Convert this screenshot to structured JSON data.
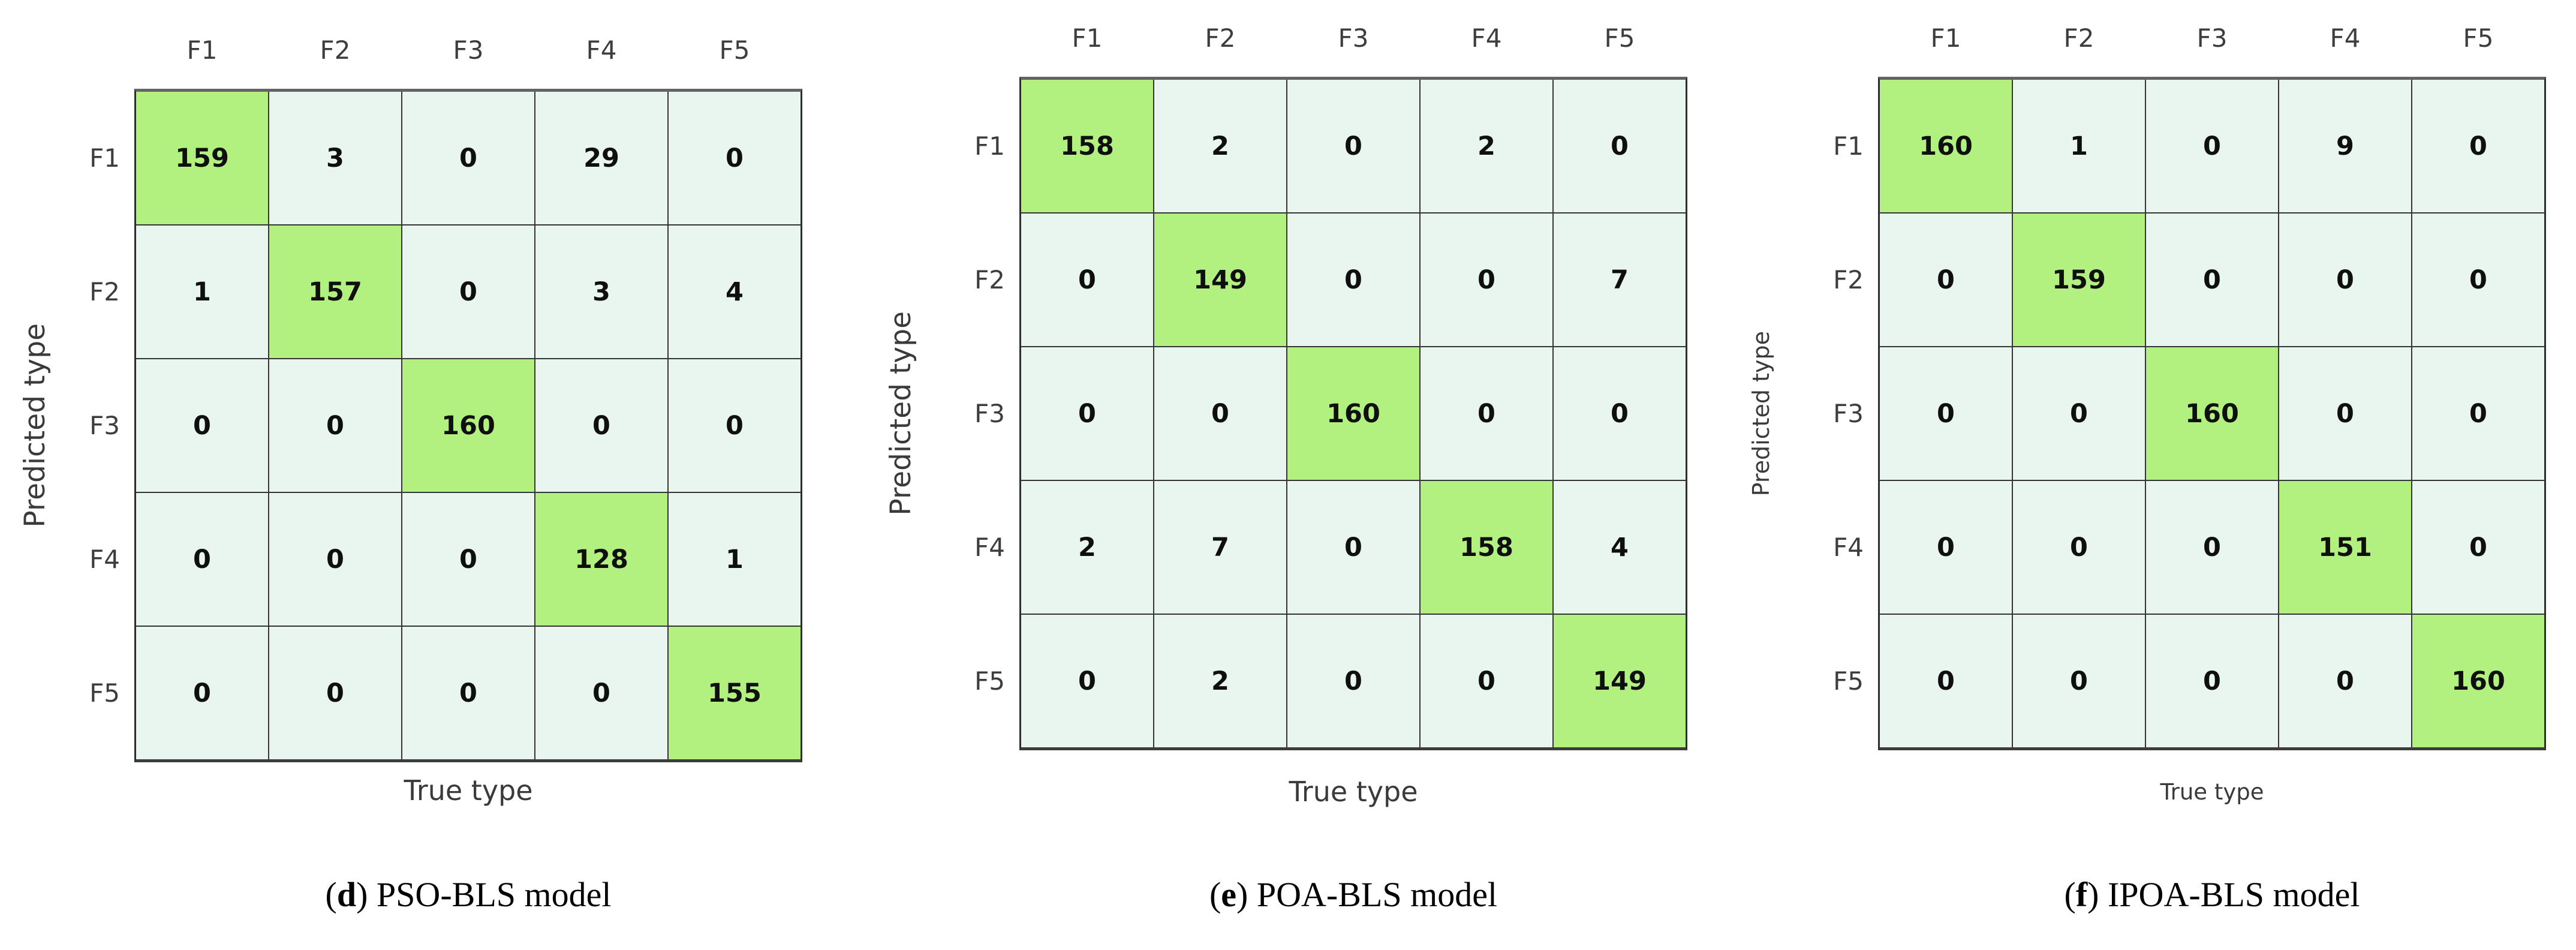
{
  "colors": {
    "diagonal_cell": "#b2f180",
    "off_diagonal_cell": "#e9f6f0",
    "grid_line": "#343434",
    "outer_border": "#2e2e2e",
    "axis_text": "#3a3a3a",
    "value_text": "#0f0f0f"
  },
  "chart_data": [
    {
      "type": "heatmap",
      "xlabel": "True type",
      "ylabel": "Predicted type",
      "x_categories": [
        "F1",
        "F2",
        "F3",
        "F4",
        "F5"
      ],
      "y_categories": [
        "F1",
        "F2",
        "F3",
        "F4",
        "F5"
      ],
      "values": [
        [
          159,
          3,
          0,
          29,
          0
        ],
        [
          1,
          157,
          0,
          3,
          4
        ],
        [
          0,
          0,
          160,
          0,
          0
        ],
        [
          0,
          0,
          0,
          128,
          1
        ],
        [
          0,
          0,
          0,
          0,
          155
        ]
      ],
      "caption": {
        "open": "(",
        "letter": "d",
        "close": ")",
        "text": " PSO-BLS model"
      }
    },
    {
      "type": "heatmap",
      "xlabel": "True type",
      "ylabel": "Predicted type",
      "x_categories": [
        "F1",
        "F2",
        "F3",
        "F4",
        "F5"
      ],
      "y_categories": [
        "F1",
        "F2",
        "F3",
        "F4",
        "F5"
      ],
      "values": [
        [
          158,
          2,
          0,
          2,
          0
        ],
        [
          0,
          149,
          0,
          0,
          7
        ],
        [
          0,
          0,
          160,
          0,
          0
        ],
        [
          2,
          7,
          0,
          158,
          4
        ],
        [
          0,
          2,
          0,
          0,
          149
        ]
      ],
      "caption": {
        "open": "(",
        "letter": "e",
        "close": ")",
        "text": " POA-BLS model"
      }
    },
    {
      "type": "heatmap",
      "xlabel": "True type",
      "ylabel": "Predicted type",
      "x_categories": [
        "F1",
        "F2",
        "F3",
        "F4",
        "F5"
      ],
      "y_categories": [
        "F1",
        "F2",
        "F3",
        "F4",
        "F5"
      ],
      "values": [
        [
          160,
          1,
          0,
          9,
          0
        ],
        [
          0,
          159,
          0,
          0,
          0
        ],
        [
          0,
          0,
          160,
          0,
          0
        ],
        [
          0,
          0,
          0,
          151,
          0
        ],
        [
          0,
          0,
          0,
          0,
          160
        ]
      ],
      "caption": {
        "open": "(",
        "letter": "f",
        "close": ")",
        "text": " IPOA-BLS model"
      }
    }
  ]
}
